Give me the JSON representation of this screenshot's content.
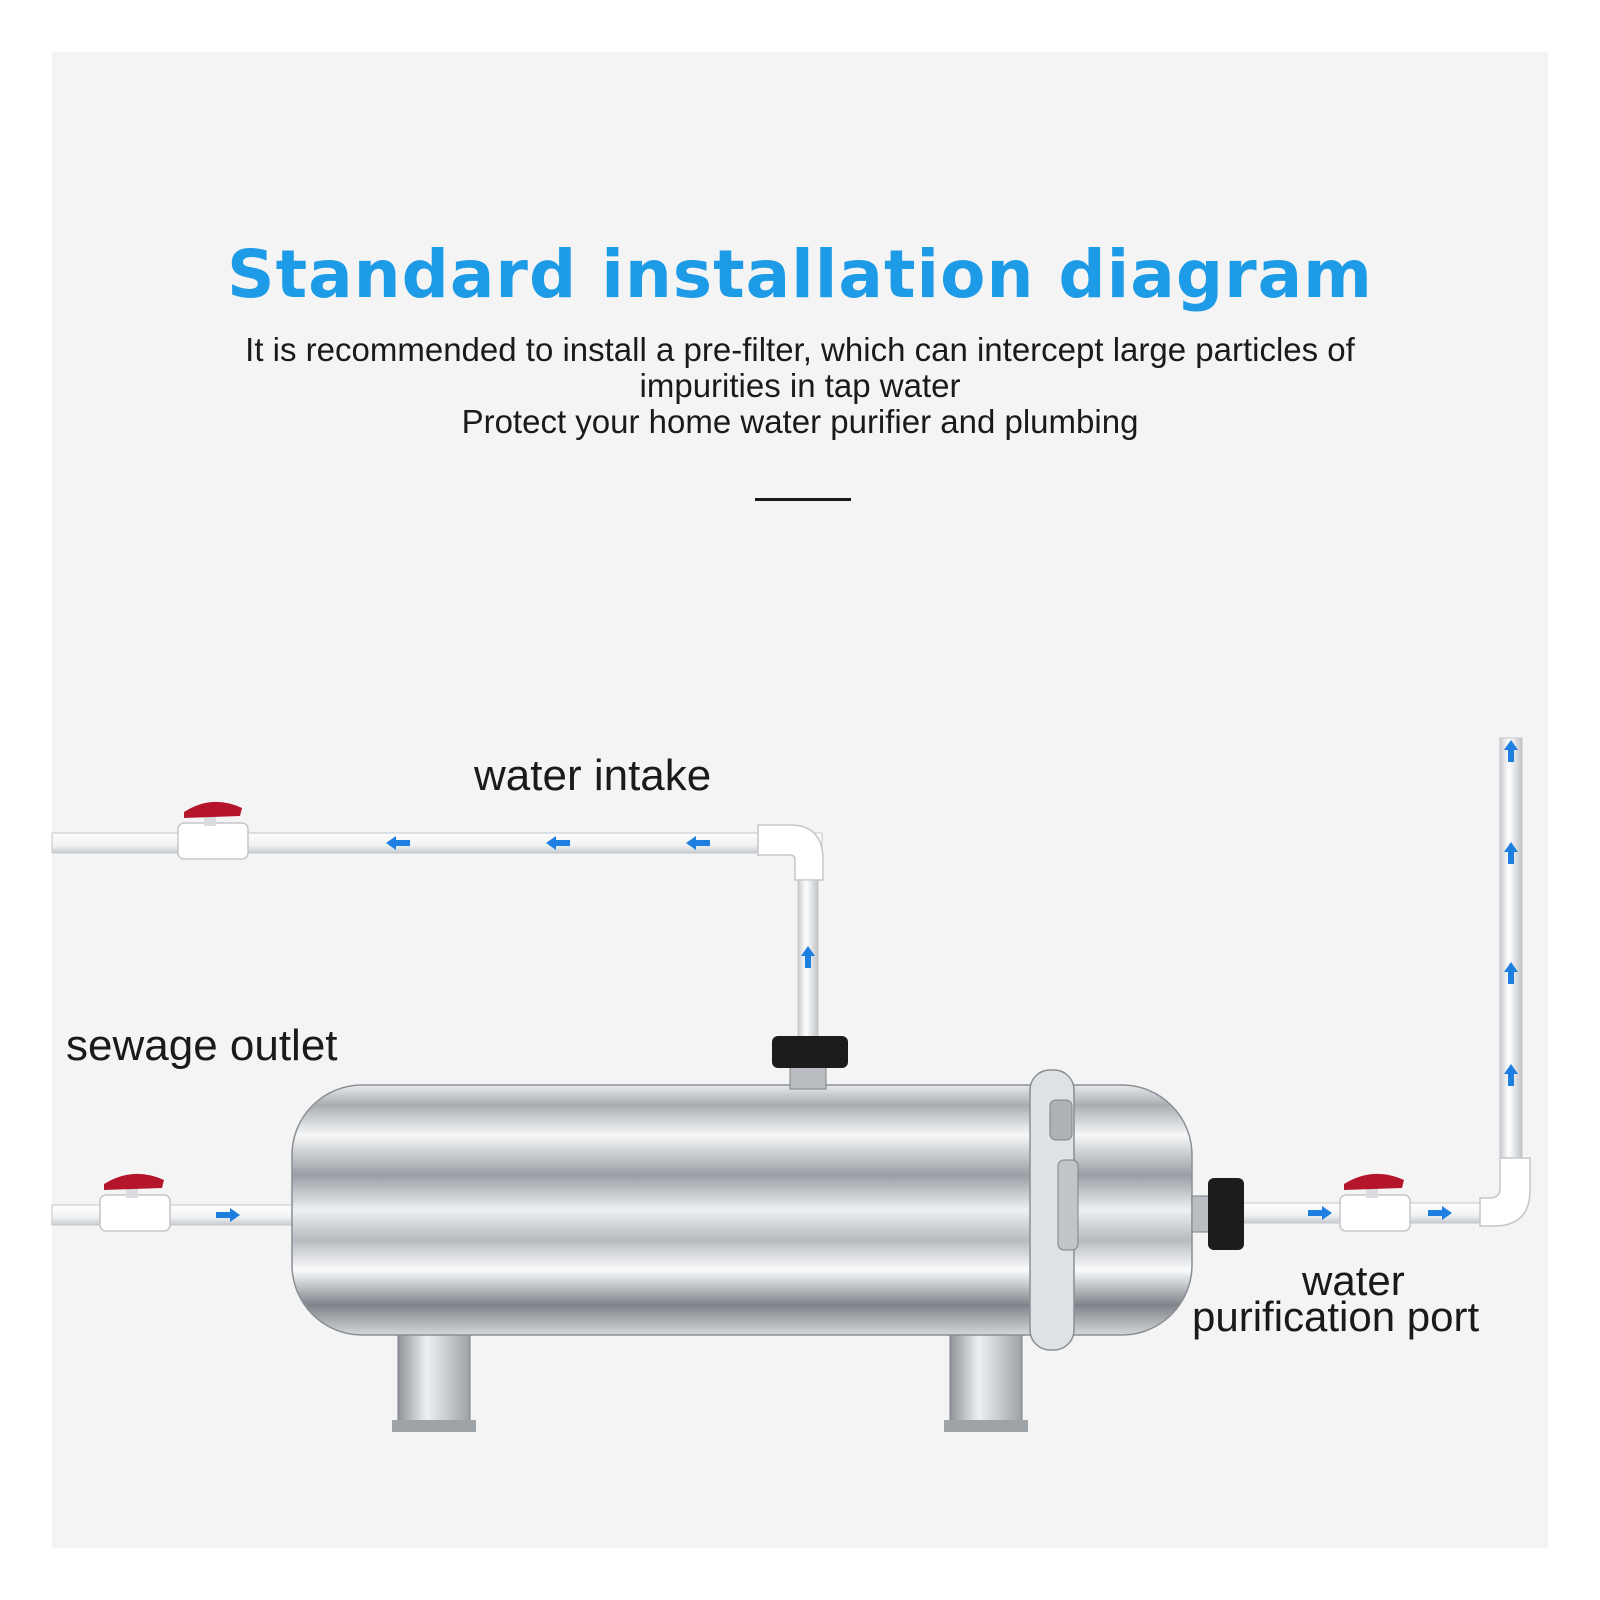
{
  "header": {
    "title": "Standard installation diagram",
    "subtitle_lines": [
      "It is recommended to install a pre-filter, which can intercept large particles of",
      "impurities in tap water",
      "Protect your home water purifier and plumbing"
    ]
  },
  "labels": {
    "water_intake": "water intake",
    "sewage_outlet": "sewage outlet",
    "purification_port_line1": "water",
    "purification_port_line2": "purification port"
  },
  "colors": {
    "title": "#1e9be6",
    "flow_arrow": "#1f7fe0",
    "valve_handle": "#b5152b",
    "pipe": "#ffffff",
    "tank_steel": "#c9ccd0"
  },
  "icons": {
    "flow": "arrow-icon",
    "valve": "ball-valve-icon",
    "knob": "knob-icon"
  }
}
